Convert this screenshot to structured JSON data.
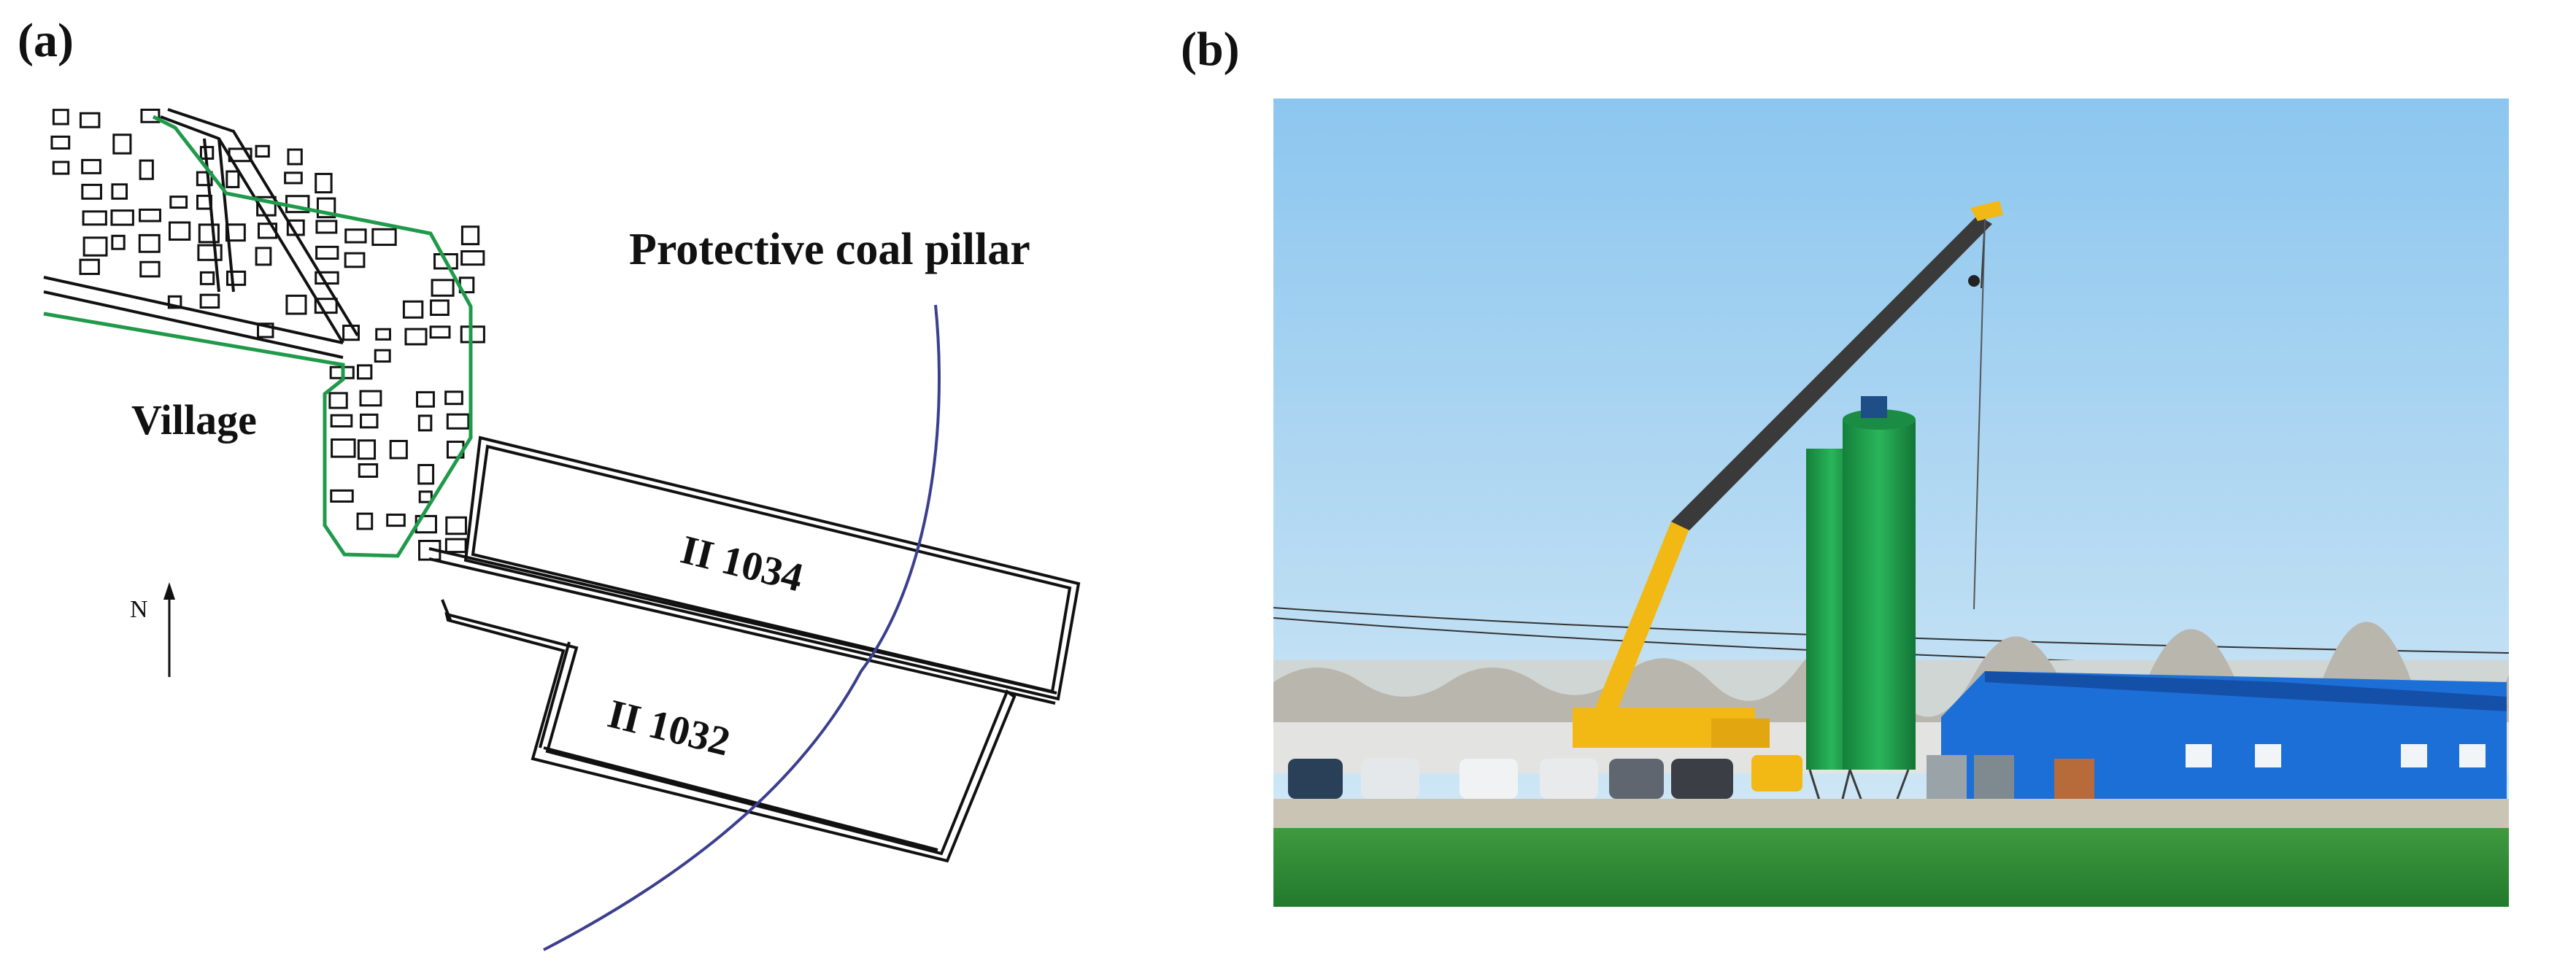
{
  "panels": {
    "a": {
      "label": "(a)"
    },
    "b": {
      "label": "(b)"
    }
  },
  "map": {
    "village_label": "Village",
    "pillar_label": "Protective coal pillar",
    "panel_upper_label": "II 1034",
    "panel_lower_label": "II 1032",
    "north_label": "N"
  },
  "colors": {
    "village_boundary": "#1f9a4a",
    "pillar_line": "#3b3f8f",
    "sky_top": "#8cc6ef",
    "sky_bottom": "#cfe6f5",
    "field": "#2f8f3a",
    "silo": "#1f9a46",
    "crane": "#f2b814",
    "building": "#1d6fd8"
  }
}
